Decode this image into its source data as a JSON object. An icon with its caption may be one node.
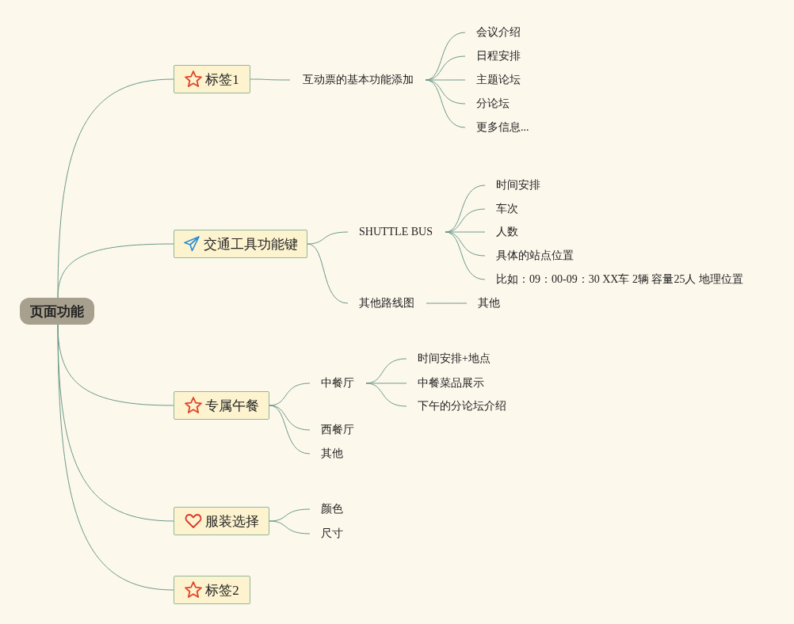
{
  "diagram": {
    "nodes": [
      {
        "text": [
          "页面功能"
        ]
      },
      {
        "text": [
          "标签1"
        ]
      },
      {
        "text": [
          "互动票的基本功能添加"
        ]
      },
      {
        "text": [
          "会议介绍"
        ]
      },
      {
        "text": [
          "日程安排"
        ]
      },
      {
        "text": [
          "主题论坛"
        ]
      },
      {
        "text": [
          "分论坛"
        ]
      },
      {
        "text": [
          "更多信息..."
        ]
      },
      {
        "text": [
          "交通工具功能键"
        ]
      },
      {
        "text": [
          "SHUTTLE BUS"
        ]
      },
      {
        "text": [
          "时间安排"
        ]
      },
      {
        "text": [
          "车次"
        ]
      },
      {
        "text": [
          "人数"
        ]
      },
      {
        "text": [
          "具体的站点位置"
        ]
      },
      {
        "text": [
          "比如：09：00-09：30 XX车  2辆 容量25人 地理位置"
        ]
      },
      {
        "text": [
          "其他路线图"
        ]
      },
      {
        "text": [
          "其他"
        ]
      },
      {
        "text": [
          "专属午餐"
        ]
      },
      {
        "text": [
          "中餐厅"
        ]
      },
      {
        "text": [
          "时间安排+地点"
        ]
      },
      {
        "text": [
          "中餐菜品展示"
        ]
      },
      {
        "text": [
          "下午的分论坛介绍"
        ]
      },
      {
        "text": [
          "西餐厅"
        ]
      },
      {
        "text": [
          "其他"
        ]
      },
      {
        "text": [
          "服装选择"
        ]
      },
      {
        "text": [
          "颜色"
        ]
      },
      {
        "text": [
          "尺寸"
        ]
      },
      {
        "text": [
          "标签2"
        ]
      }
    ],
    "edges": [
      {
        "from": 0,
        "to": 1,
        "arrow": "none"
      },
      {
        "from": 1,
        "to": 2,
        "arrow": "none"
      },
      {
        "from": 2,
        "to": 3,
        "arrow": "none"
      },
      {
        "from": 2,
        "to": 4,
        "arrow": "none"
      },
      {
        "from": 2,
        "to": 5,
        "arrow": "none"
      },
      {
        "from": 2,
        "to": 6,
        "arrow": "none"
      },
      {
        "from": 2,
        "to": 7,
        "arrow": "none"
      },
      {
        "from": 0,
        "to": 8,
        "arrow": "none"
      },
      {
        "from": 8,
        "to": 9,
        "arrow": "none"
      },
      {
        "from": 9,
        "to": 10,
        "arrow": "none"
      },
      {
        "from": 9,
        "to": 11,
        "arrow": "none"
      },
      {
        "from": 9,
        "to": 12,
        "arrow": "none"
      },
      {
        "from": 9,
        "to": 13,
        "arrow": "none"
      },
      {
        "from": 9,
        "to": 14,
        "arrow": "none"
      },
      {
        "from": 8,
        "to": 15,
        "arrow": "none"
      },
      {
        "from": 15,
        "to": 16,
        "arrow": "none"
      },
      {
        "from": 0,
        "to": 17,
        "arrow": "none"
      },
      {
        "from": 17,
        "to": 18,
        "arrow": "none"
      },
      {
        "from": 18,
        "to": 19,
        "arrow": "none"
      },
      {
        "from": 18,
        "to": 20,
        "arrow": "none"
      },
      {
        "from": 18,
        "to": 21,
        "arrow": "none"
      },
      {
        "from": 17,
        "to": 22,
        "arrow": "none"
      },
      {
        "from": 17,
        "to": 23,
        "arrow": "none"
      },
      {
        "from": 0,
        "to": 24,
        "arrow": "none"
      },
      {
        "from": 24,
        "to": 25,
        "arrow": "none"
      },
      {
        "from": 24,
        "to": 26,
        "arrow": "none"
      },
      {
        "from": 0,
        "to": 27,
        "arrow": "none"
      }
    ]
  }
}
